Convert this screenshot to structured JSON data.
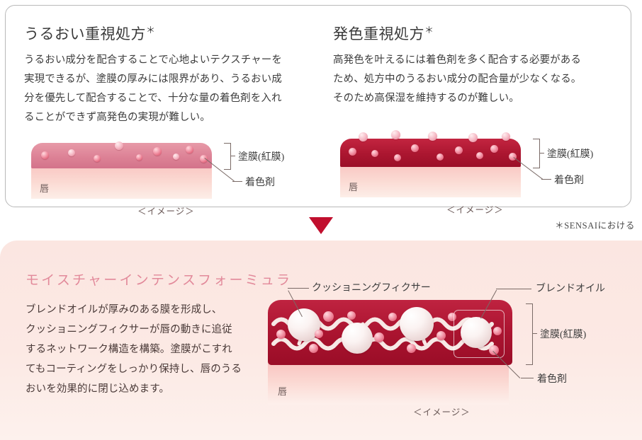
{
  "top_card": {
    "panels": [
      {
        "title": "うるおい重視処方",
        "title_asterisk": "＊",
        "body_lines": [
          "うるおい成分を配合することで心地よいテクスチャーを",
          "実現できるが、塗膜の厚みには限界があり、うるおい成",
          "分を優先して配合することで、十分な量の着色剤を入れ",
          "ることができず高発色の実現が難しい。"
        ],
        "diagram": {
          "lip_label": "唇",
          "film_label": "塗膜(紅膜)",
          "pigment_label": "着色剤",
          "image_caption": "＜イメージ＞"
        }
      },
      {
        "title": "発色重視処方",
        "title_asterisk": "＊",
        "body_lines": [
          "高発色を叶えるには着色剤を多く配合する必要がある",
          "ため、処方中のうるおい成分の配合量が少なくなる。",
          "そのため高保湿を維持するのが難しい。"
        ],
        "diagram": {
          "lip_label": "唇",
          "film_label": "塗膜(紅膜)",
          "pigment_label": "着色剤",
          "image_caption": "＜イメージ＞"
        }
      }
    ]
  },
  "footnote": "＊SENSAIにおける",
  "bottom_card": {
    "title": "モイスチャーインテンスフォーミュラ",
    "body_lines": [
      "ブレンドオイルが厚みのある膜を形成し、",
      "クッショニングフィクサーが唇の動きに追従",
      "するネットワーク構造を構築。塗膜がこすれ",
      "てもコーティングをしっかり保持し、唇のうる",
      "おいを効果的に閉じ込めます。"
    ],
    "diagram": {
      "lip_label": "唇",
      "film_label": "塗膜(紅膜)",
      "pigment_label": "着色剤",
      "fixer_label": "クッショニングフィクサー",
      "oil_label": "ブレンドオイル",
      "image_caption": "＜イメージ＞"
    }
  },
  "colors": {
    "deep_red": "#AB1430",
    "soft_pink_film": "#DD8296",
    "panel_pink_bg": "#FBE6E1",
    "title_pink": "#E2899A",
    "arrow_red": "#C10F2E",
    "card_border": "#B9B9B9"
  }
}
